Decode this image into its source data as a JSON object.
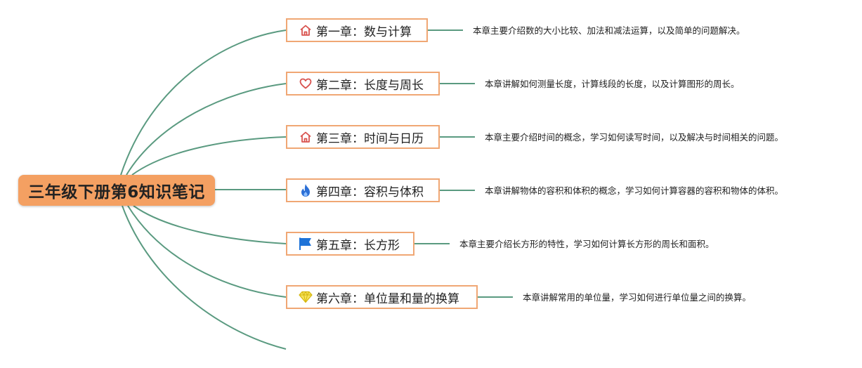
{
  "root": {
    "title": "三年级下册第6知识笔记"
  },
  "chapters": [
    {
      "title": "第一章：数与计算",
      "icon": "house-icon",
      "icon_color": "#d9534f",
      "description": "本章主要介绍数的大小比较、加法和减法运算，以及简单的问题解决。"
    },
    {
      "title": "第二章：长度与周长",
      "icon": "heart-icon",
      "icon_color": "#d9534f",
      "description": "本章讲解如何测量长度，计算线段的长度，以及计算图形的周长。"
    },
    {
      "title": "第三章：时间与日历",
      "icon": "house-icon",
      "icon_color": "#d9534f",
      "description": "本章主要介绍时间的概念，学习如何读写时间，以及解决与时间相关的问题。"
    },
    {
      "title": "第四章：容积与体积",
      "icon": "flame-icon",
      "icon_color": "#2b6fd6",
      "description": "本章讲解物体的容积和体积的概念，学习如何计算容器的容积和物体的体积。"
    },
    {
      "title": "第五章：长方形",
      "icon": "flag-icon",
      "icon_color": "#1e73d8",
      "description": "本章主要介绍长方形的特性，学习如何计算长方形的周长和面积。"
    },
    {
      "title": "第六章：单位量和量的换算",
      "icon": "diamond-icon",
      "icon_color": "#e8d21c",
      "description": "本章讲解常用的单位量，学习如何进行单位量之间的换算。"
    }
  ],
  "colors": {
    "connector": "#5a9a80",
    "root_fill": "#f4a062",
    "node_border": "#f0a774"
  }
}
